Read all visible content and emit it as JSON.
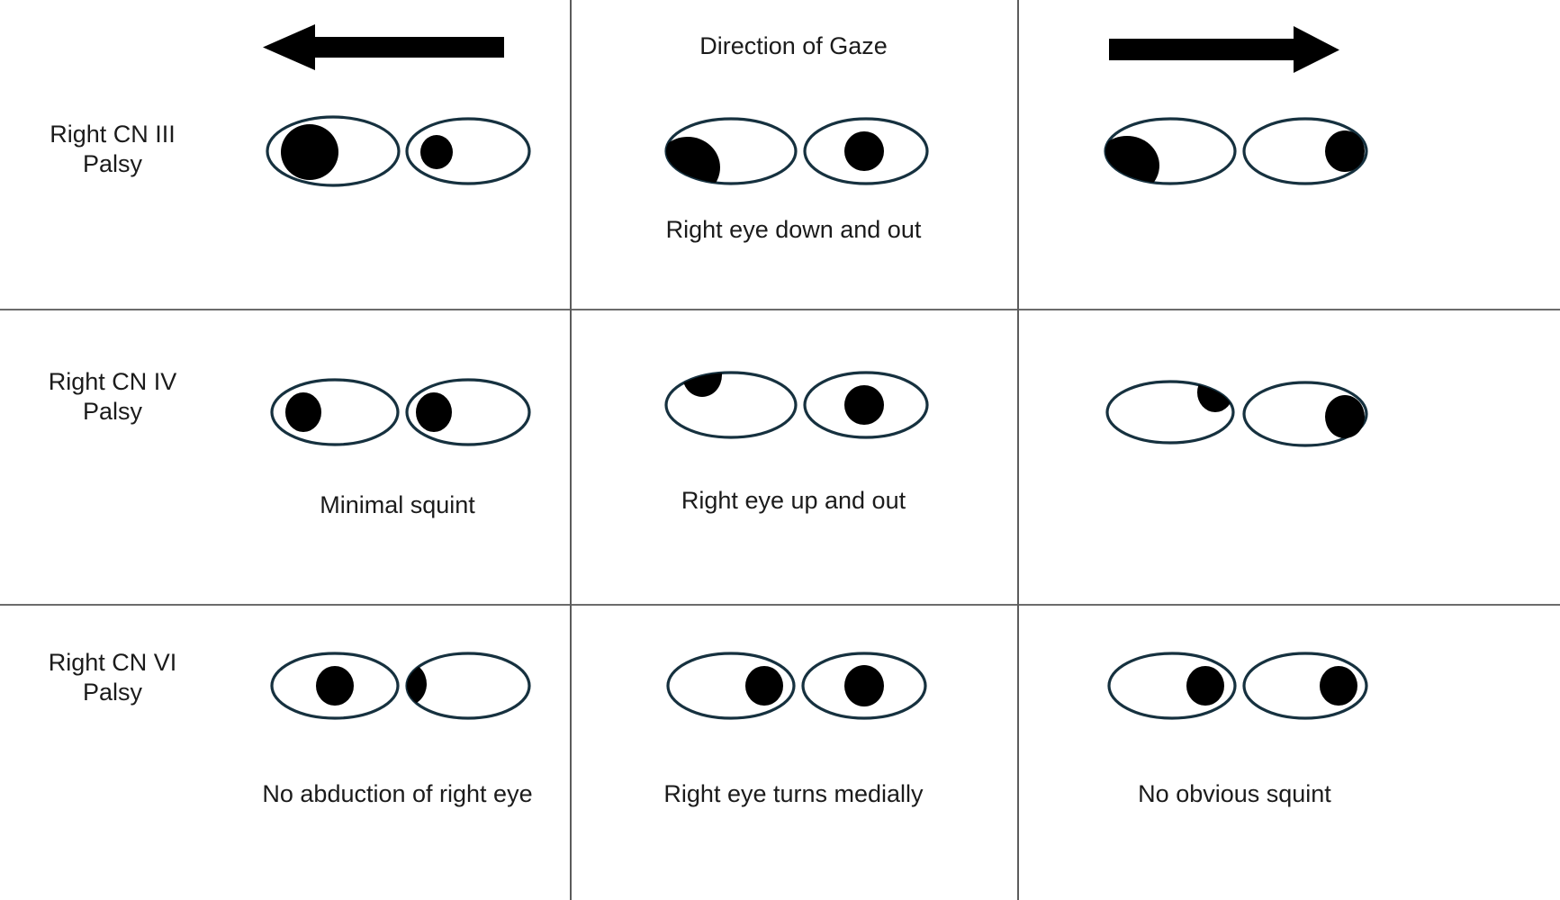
{
  "figure": {
    "title_header": "Direction of Gaze",
    "columns": [
      {
        "id": "left-gaze",
        "header_icon": "arrow-left-icon",
        "label": ""
      },
      {
        "id": "centre-gaze",
        "header_icon": "text-header",
        "label": "Direction of Gaze"
      },
      {
        "id": "right-gaze",
        "header_icon": "arrow-right-icon",
        "label": ""
      }
    ],
    "rows": [
      {
        "id": "cn3",
        "label": "Right CN III\nPalsy",
        "cells": [
          {
            "col": "left-gaze",
            "caption": ""
          },
          {
            "col": "centre-gaze",
            "caption": "Right eye down and out"
          },
          {
            "col": "right-gaze",
            "caption": ""
          }
        ]
      },
      {
        "id": "cn4",
        "label": "Right CN IV\nPalsy",
        "cells": [
          {
            "col": "left-gaze",
            "caption": "Minimal squint"
          },
          {
            "col": "centre-gaze",
            "caption": "Right eye up and out"
          },
          {
            "col": "right-gaze",
            "caption": ""
          }
        ]
      },
      {
        "id": "cn6",
        "label": "Right CN VI\nPalsy",
        "cells": [
          {
            "col": "left-gaze",
            "caption": "No abduction of right eye"
          },
          {
            "col": "centre-gaze",
            "caption": "Right eye turns medially"
          },
          {
            "col": "right-gaze",
            "caption": "No obvious squint"
          }
        ]
      }
    ],
    "colors": {
      "background": "#ffffff",
      "text": "#1b1b1b",
      "rule": "#6b6b6b",
      "eye_outline": "#16313f",
      "pupil": "#000000",
      "arrow": "#000000"
    }
  }
}
